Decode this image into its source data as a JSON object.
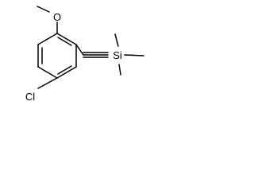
{
  "molecule": {
    "atoms": {
      "oxygen": "O",
      "chlorine": "Cl",
      "silicon": "Si"
    }
  }
}
